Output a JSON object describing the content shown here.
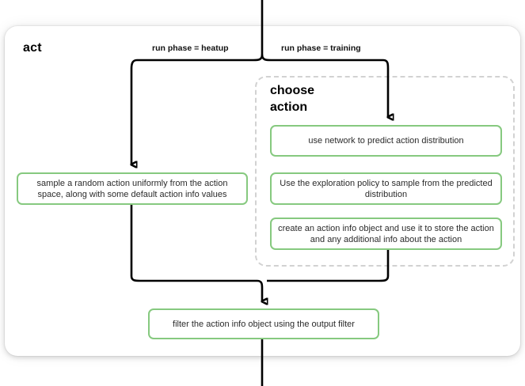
{
  "diagram": {
    "type": "flowchart",
    "title": "act",
    "groups": [
      {
        "id": "choose-action",
        "label": "choose\naction",
        "style": "dashed"
      }
    ],
    "edge_labels": {
      "heatup": "run phase = heatup",
      "training": "run phase = training"
    },
    "nodes": {
      "sample": "sample a random action uniformly from the action space, along with some default action info values",
      "predict": "use network to predict action distribution",
      "explore": "Use the exploration policy to sample from the predicted distribution",
      "create": "create an action info object and use it to store the action and any additional info about the action",
      "filter": "filter the action info object using the output filter"
    },
    "colors": {
      "node_border": "#86c97f",
      "node_fill": "#ffffff",
      "group_border": "#d2d2d2",
      "edge": "#000000",
      "card_fill": "#ffffff",
      "text": "#2b2b2b",
      "canvas": "#ffffff"
    }
  }
}
